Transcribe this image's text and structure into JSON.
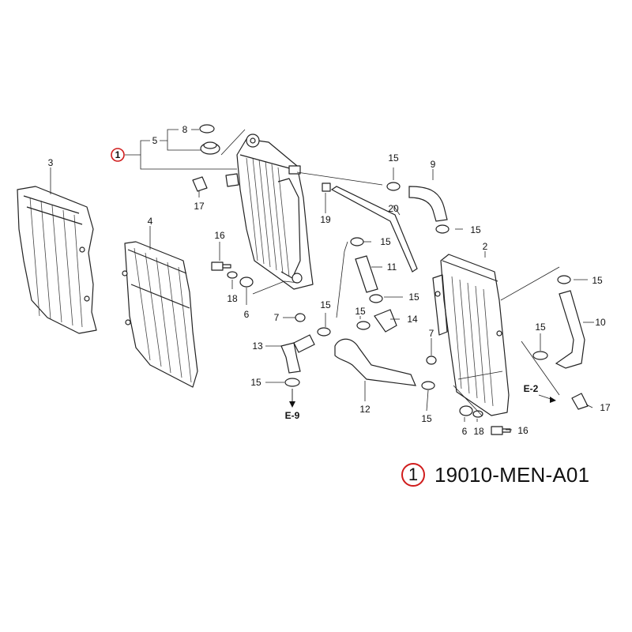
{
  "diagram": {
    "callout_numbers": {
      "n1": "1",
      "n2": "2",
      "n3": "3",
      "n4": "4",
      "n5": "5",
      "n6a": "6",
      "n6b": "6",
      "n7a": "7",
      "n7b": "7",
      "n8": "8",
      "n9": "9",
      "n10": "10",
      "n11": "11",
      "n12": "12",
      "n13": "13",
      "n14": "14",
      "n15a": "15",
      "n15b": "15",
      "n15c": "15",
      "n15d": "15",
      "n15e": "15",
      "n15f": "15",
      "n15g": "15",
      "n15h": "15",
      "n15i": "15",
      "n15j": "15",
      "n16a": "16",
      "n16b": "16",
      "n17a": "17",
      "n17b": "17",
      "n18a": "18",
      "n18b": "18",
      "n19": "19",
      "n20": "20"
    },
    "refs": {
      "e9": "E-9",
      "e2": "E-2"
    },
    "highlight_color": "#d01c1c"
  },
  "part_number": {
    "index": "1",
    "code": "19010-MEN-A01"
  }
}
